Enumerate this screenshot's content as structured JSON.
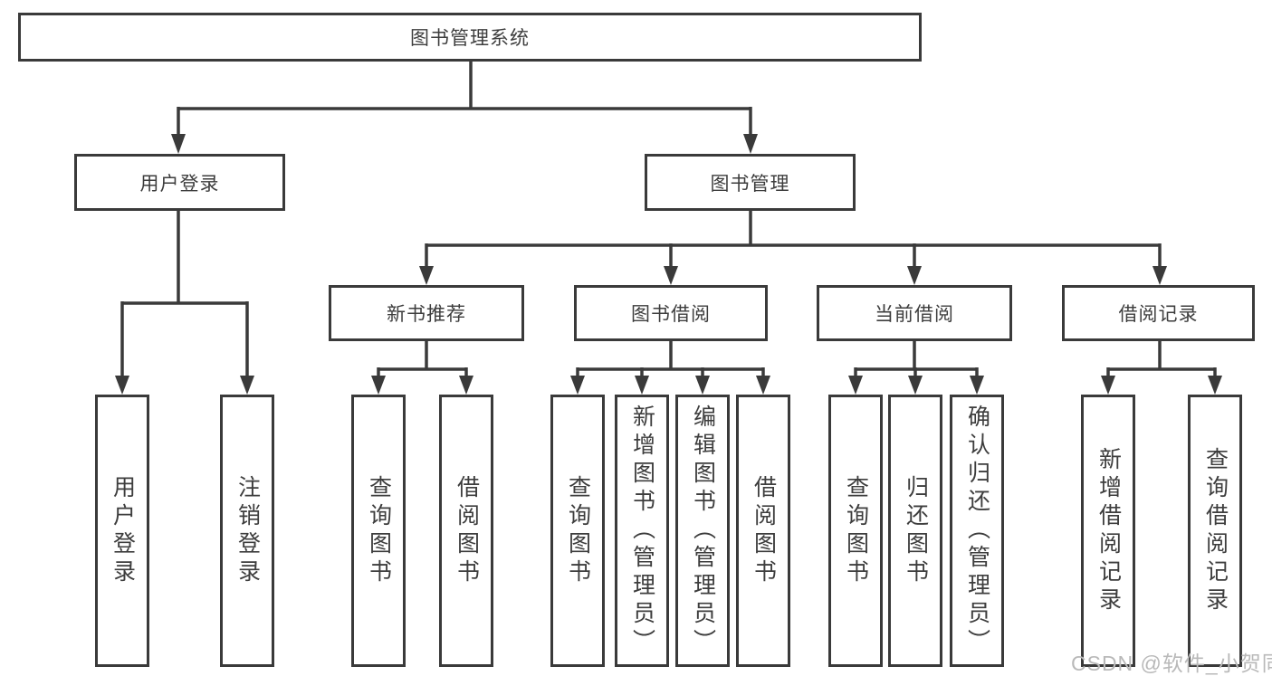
{
  "diagram": {
    "title": "图书管理系统",
    "tree": {
      "label": "图书管理系统",
      "children": [
        {
          "label": "用户登录",
          "children": [
            {
              "label": "用户登录"
            },
            {
              "label": "注销登录"
            }
          ]
        },
        {
          "label": "图书管理",
          "children": [
            {
              "label": "新书推荐",
              "children": [
                {
                  "label": "查询图书"
                },
                {
                  "label": "借阅图书"
                }
              ]
            },
            {
              "label": "图书借阅",
              "children": [
                {
                  "label": "查询图书"
                },
                {
                  "label": "新增图书（管理员）"
                },
                {
                  "label": "编辑图书（管理员）"
                },
                {
                  "label": "借阅图书"
                }
              ]
            },
            {
              "label": "当前借阅",
              "children": [
                {
                  "label": "查询图书"
                },
                {
                  "label": "归还图书"
                },
                {
                  "label": "确认归还（管理员）"
                }
              ]
            },
            {
              "label": "借阅记录",
              "children": [
                {
                  "label": "新增借阅记录"
                },
                {
                  "label": "查询借阅记录"
                }
              ]
            }
          ]
        }
      ]
    }
  },
  "watermark": {
    "text": "CSDN @软件_小贺同学"
  },
  "colors": {
    "line": "#3a3a3a",
    "text": "#3d3d3d",
    "background": "#ffffff",
    "watermark": "#b9b9b9"
  }
}
